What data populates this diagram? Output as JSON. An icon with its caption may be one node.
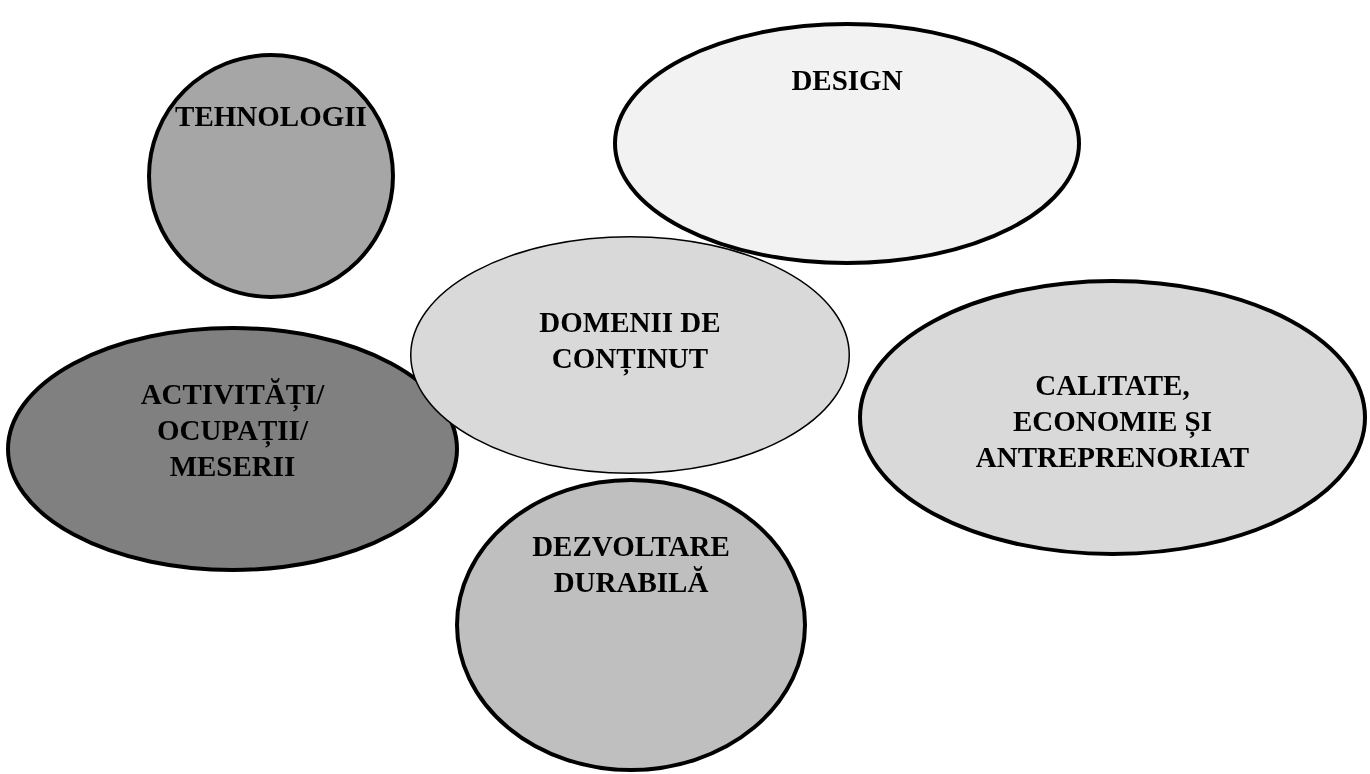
{
  "diagram": {
    "nodes": [
      {
        "text": [
          "TEHNOLOGII"
        ]
      },
      {
        "text": [
          "DESIGN"
        ]
      },
      {
        "text": [
          "DOMENII DE CONȚINUT"
        ]
      },
      {
        "text": [
          "CALITATE, ECONOMIE ȘI ANTREPRENORIAT"
        ]
      },
      {
        "text": [
          "ACTIVITĂȚI/ OCUPAȚII/ MESERII"
        ]
      },
      {
        "text": [
          "DEZVOLTARE DURABILĂ"
        ]
      }
    ],
    "edges": []
  }
}
